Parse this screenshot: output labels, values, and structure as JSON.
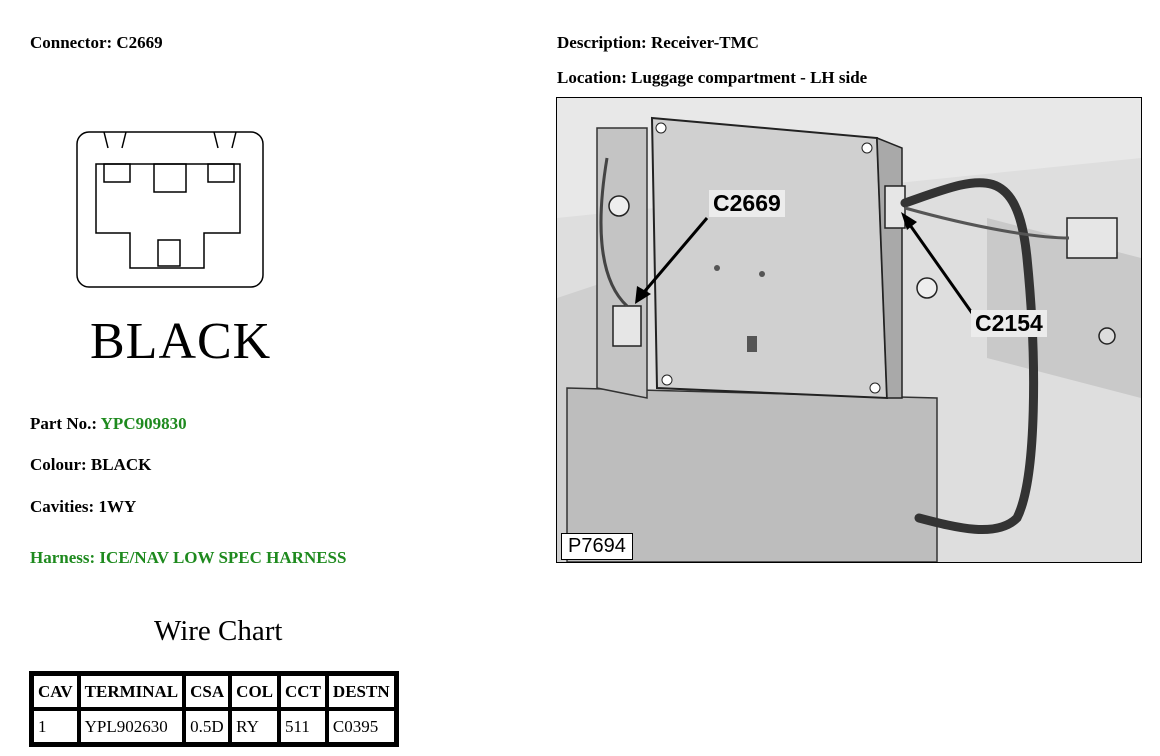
{
  "connector": {
    "label": "Connector:",
    "value": "C2669"
  },
  "description": {
    "label": "Description:",
    "value": "Receiver-TMC"
  },
  "location": {
    "label": "Location:",
    "value": "Luggage compartment - LH side"
  },
  "connector_colour_label": "BLACK",
  "part_no": {
    "label": "Part No.:",
    "value": "YPC909830"
  },
  "colour": {
    "label": "Colour:",
    "value": "BLACK"
  },
  "cavities": {
    "label": "Cavities:",
    "value": "1WY"
  },
  "harness": {
    "label": "Harness:",
    "value": "ICE/NAV LOW SPEC HARNESS"
  },
  "wire_chart": {
    "title": "Wire Chart",
    "headers": [
      "CAV",
      "TERMINAL",
      "CSA",
      "COL",
      "CCT",
      "DESTN"
    ],
    "rows": [
      [
        "1",
        "YPL902630",
        "0.5D",
        "RY",
        "511",
        "C0395"
      ]
    ]
  },
  "photo": {
    "callouts": [
      "C2669",
      "C2154"
    ],
    "reference": "P7694"
  },
  "colors": {
    "link_green": "#1e8a1e"
  }
}
